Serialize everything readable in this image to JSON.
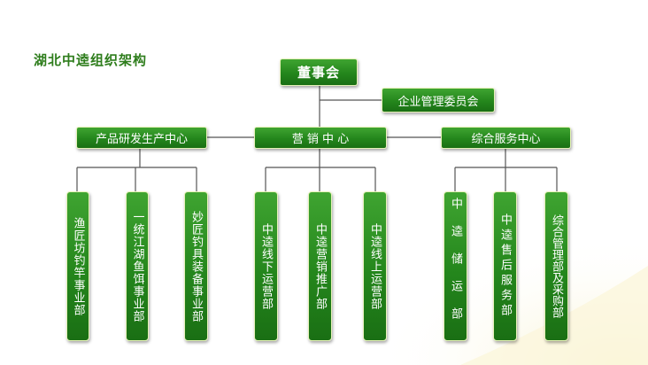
{
  "title": "湖北中逵组织架构",
  "board": "董事会",
  "committee": "企业管理委员会",
  "centers": {
    "left": "产品研发生产中心",
    "middle": "营 销 中 心",
    "right": "综合服务中心"
  },
  "departments": {
    "left": [
      "渔匠坊钓竿事业部",
      "一统江湖鱼饵事业部",
      "妙匠钓具装备事业部"
    ],
    "middle": [
      "中逵线下运营部",
      "中逵营销推广部",
      "中逵线上运营部"
    ],
    "right": [
      "中逵储运部",
      "中逵售后服务部",
      "综合管理部及采购部"
    ]
  },
  "colors": {
    "box_green": "#24861c",
    "box_border": "#e6f2b8",
    "title_green": "#2e7d1c",
    "line": "#555555"
  }
}
